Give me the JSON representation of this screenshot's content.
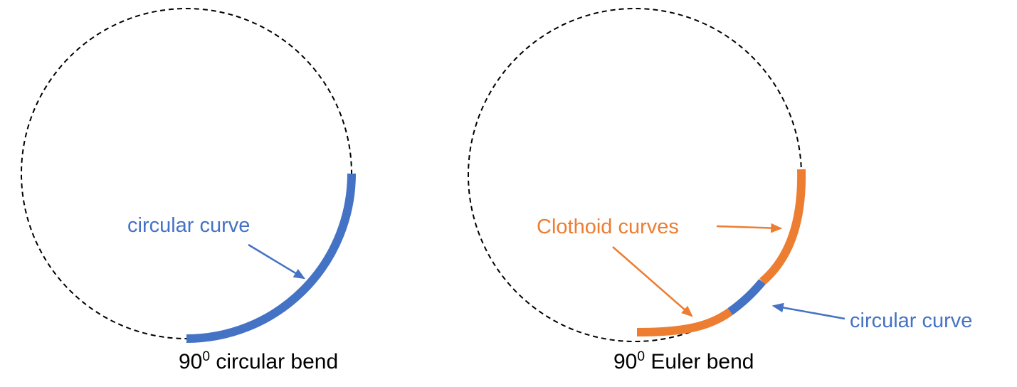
{
  "colors": {
    "blue": "#4472C4",
    "orange": "#ED7D31",
    "dashed_circle": "#000000",
    "caption_text": "#000000"
  },
  "left_panel": {
    "curve_label": "circular curve",
    "caption": {
      "base": "90",
      "sup": "0",
      "rest": " circular bend"
    }
  },
  "right_panel": {
    "clothoid_label": "Clothoid curves",
    "circular_label": "circular curve",
    "caption": {
      "base": "90",
      "sup": "0",
      "rest": " Euler bend"
    }
  }
}
